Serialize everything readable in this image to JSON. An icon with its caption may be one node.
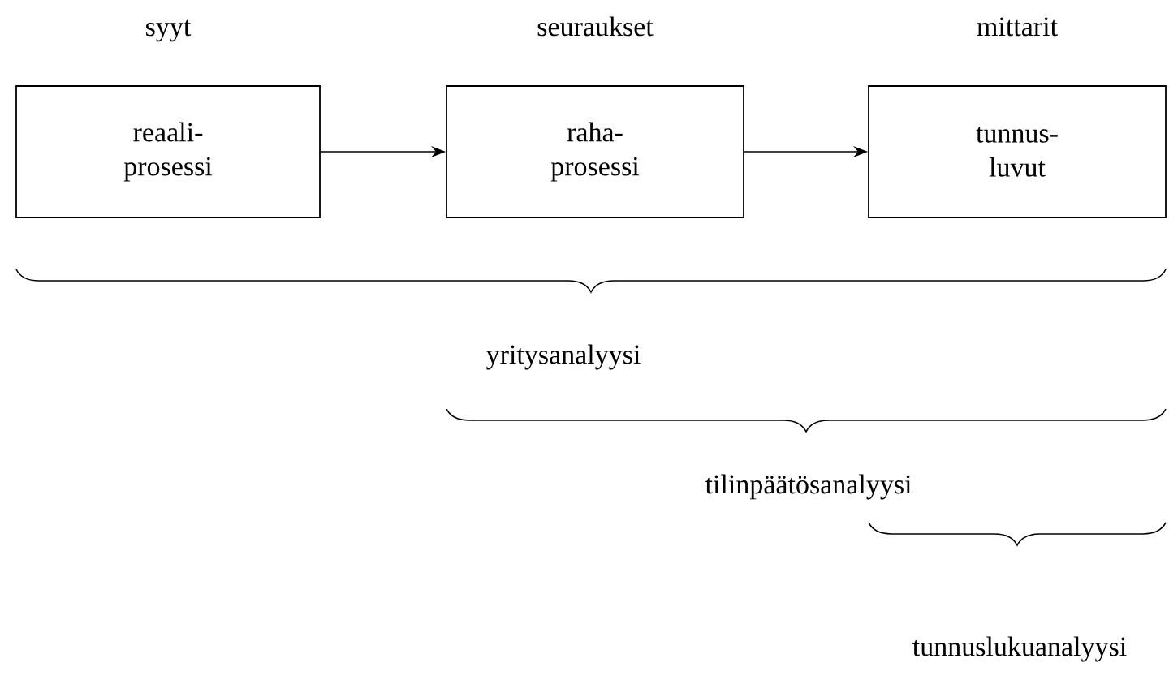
{
  "diagram": {
    "nodes": [
      {
        "text": [
          "syyt",
          "reaali- prosessi"
        ]
      },
      {
        "text": [
          "seuraukset",
          "raha- prosessi"
        ]
      },
      {
        "text": [
          "mittarit",
          "tunnus- luvut"
        ]
      }
    ],
    "edges": [
      {
        "from": 0,
        "to": 1,
        "arrow": "to"
      },
      {
        "from": 1,
        "to": 2,
        "arrow": "to"
      }
    ],
    "labels": [
      "yritysanalyysi",
      "tilinpäätösanalyysi",
      "tunnuslukuanalyysi"
    ]
  }
}
